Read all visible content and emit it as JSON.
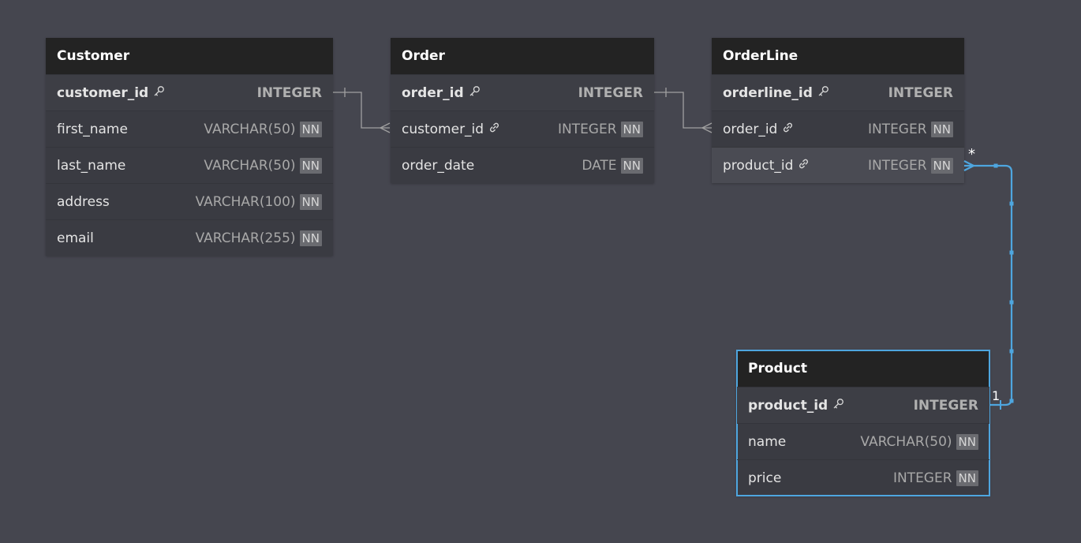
{
  "tables": {
    "customer": {
      "title": "Customer",
      "fields": [
        {
          "name": "customer_id",
          "type": "INTEGER",
          "nn": "",
          "key": "pk"
        },
        {
          "name": "first_name",
          "type": "VARCHAR(50)",
          "nn": "NN",
          "key": ""
        },
        {
          "name": "last_name",
          "type": "VARCHAR(50)",
          "nn": "NN",
          "key": ""
        },
        {
          "name": "address",
          "type": "VARCHAR(100)",
          "nn": "NN",
          "key": ""
        },
        {
          "name": "email",
          "type": "VARCHAR(255)",
          "nn": "NN",
          "key": ""
        }
      ]
    },
    "order": {
      "title": "Order",
      "fields": [
        {
          "name": "order_id",
          "type": "INTEGER",
          "nn": "",
          "key": "pk"
        },
        {
          "name": "customer_id",
          "type": "INTEGER",
          "nn": "NN",
          "key": "fk"
        },
        {
          "name": "order_date",
          "type": "DATE",
          "nn": "NN",
          "key": ""
        }
      ]
    },
    "orderline": {
      "title": "OrderLine",
      "fields": [
        {
          "name": "orderline_id",
          "type": "INTEGER",
          "nn": "",
          "key": "pk"
        },
        {
          "name": "order_id",
          "type": "INTEGER",
          "nn": "NN",
          "key": "fk"
        },
        {
          "name": "product_id",
          "type": "INTEGER",
          "nn": "NN",
          "key": "fk"
        }
      ]
    },
    "product": {
      "title": "Product",
      "fields": [
        {
          "name": "product_id",
          "type": "INTEGER",
          "nn": "",
          "key": "pk"
        },
        {
          "name": "name",
          "type": "VARCHAR(50)",
          "nn": "NN",
          "key": ""
        },
        {
          "name": "price",
          "type": "INTEGER",
          "nn": "NN",
          "key": ""
        }
      ]
    }
  },
  "relationships": [
    {
      "from": "Customer.customer_id",
      "to": "Order.customer_id"
    },
    {
      "from": "Order.order_id",
      "to": "OrderLine.order_id"
    },
    {
      "from": "Product.product_id",
      "to": "OrderLine.product_id",
      "from_label": "1",
      "to_label": "*",
      "selected": true
    }
  ],
  "icons": {
    "pk": "key-icon",
    "fk": "link-icon"
  },
  "colors": {
    "canvas": "#45464f",
    "header": "#232323",
    "row": "#3a3b42",
    "edge": "#a0a0a0",
    "selected_edge": "#4ea6df"
  }
}
